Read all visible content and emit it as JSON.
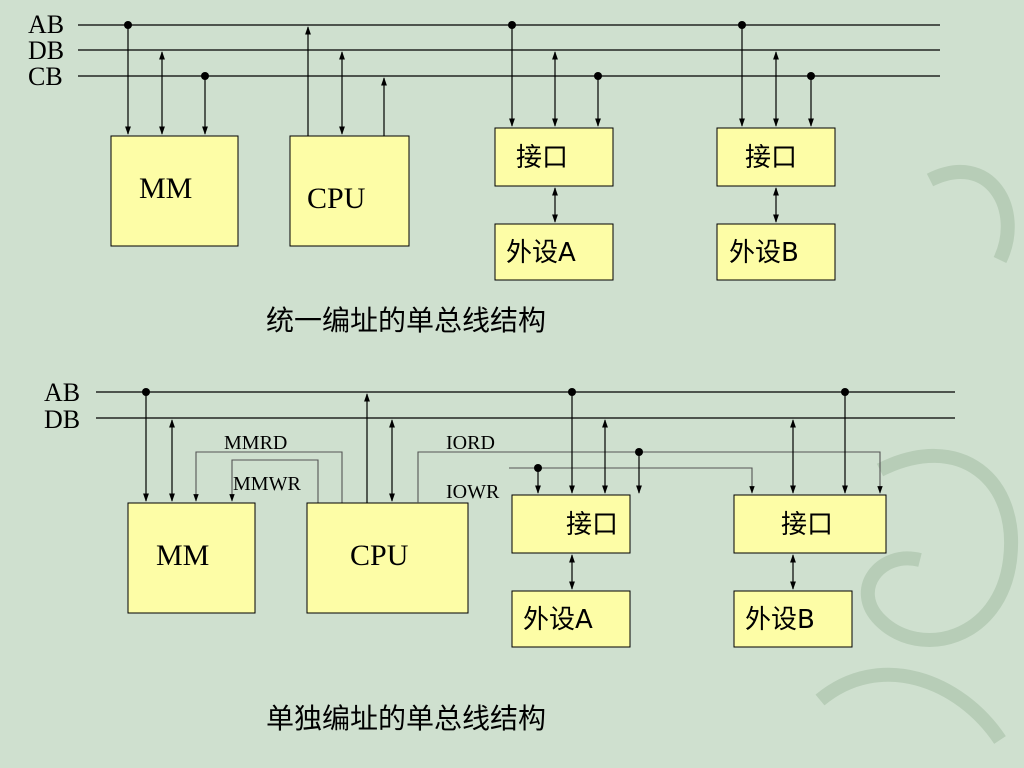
{
  "background_color": "#cfe0cf",
  "box_fill": "#fdfda6",
  "top": {
    "bus_labels": {
      "ab": "AB",
      "db": "DB",
      "cb": "CB"
    },
    "memory": "MM",
    "cpu": "CPU",
    "interface_1": "接口",
    "interface_2": "接口",
    "device_a": "外设A",
    "device_b": "外设B",
    "caption": "统一编址的单总线结构"
  },
  "bottom": {
    "bus_labels": {
      "ab": "AB",
      "db": "DB"
    },
    "memory": "MM",
    "cpu": "CPU",
    "interface_1": "接口",
    "interface_2": "接口",
    "device_a": "外设A",
    "device_b": "外设B",
    "signals": {
      "mmrd": "MMRD",
      "mmwr": "MMWR",
      "iord": "IORD",
      "iowr": "IOWR"
    },
    "caption": "单独编址的单总线结构"
  }
}
